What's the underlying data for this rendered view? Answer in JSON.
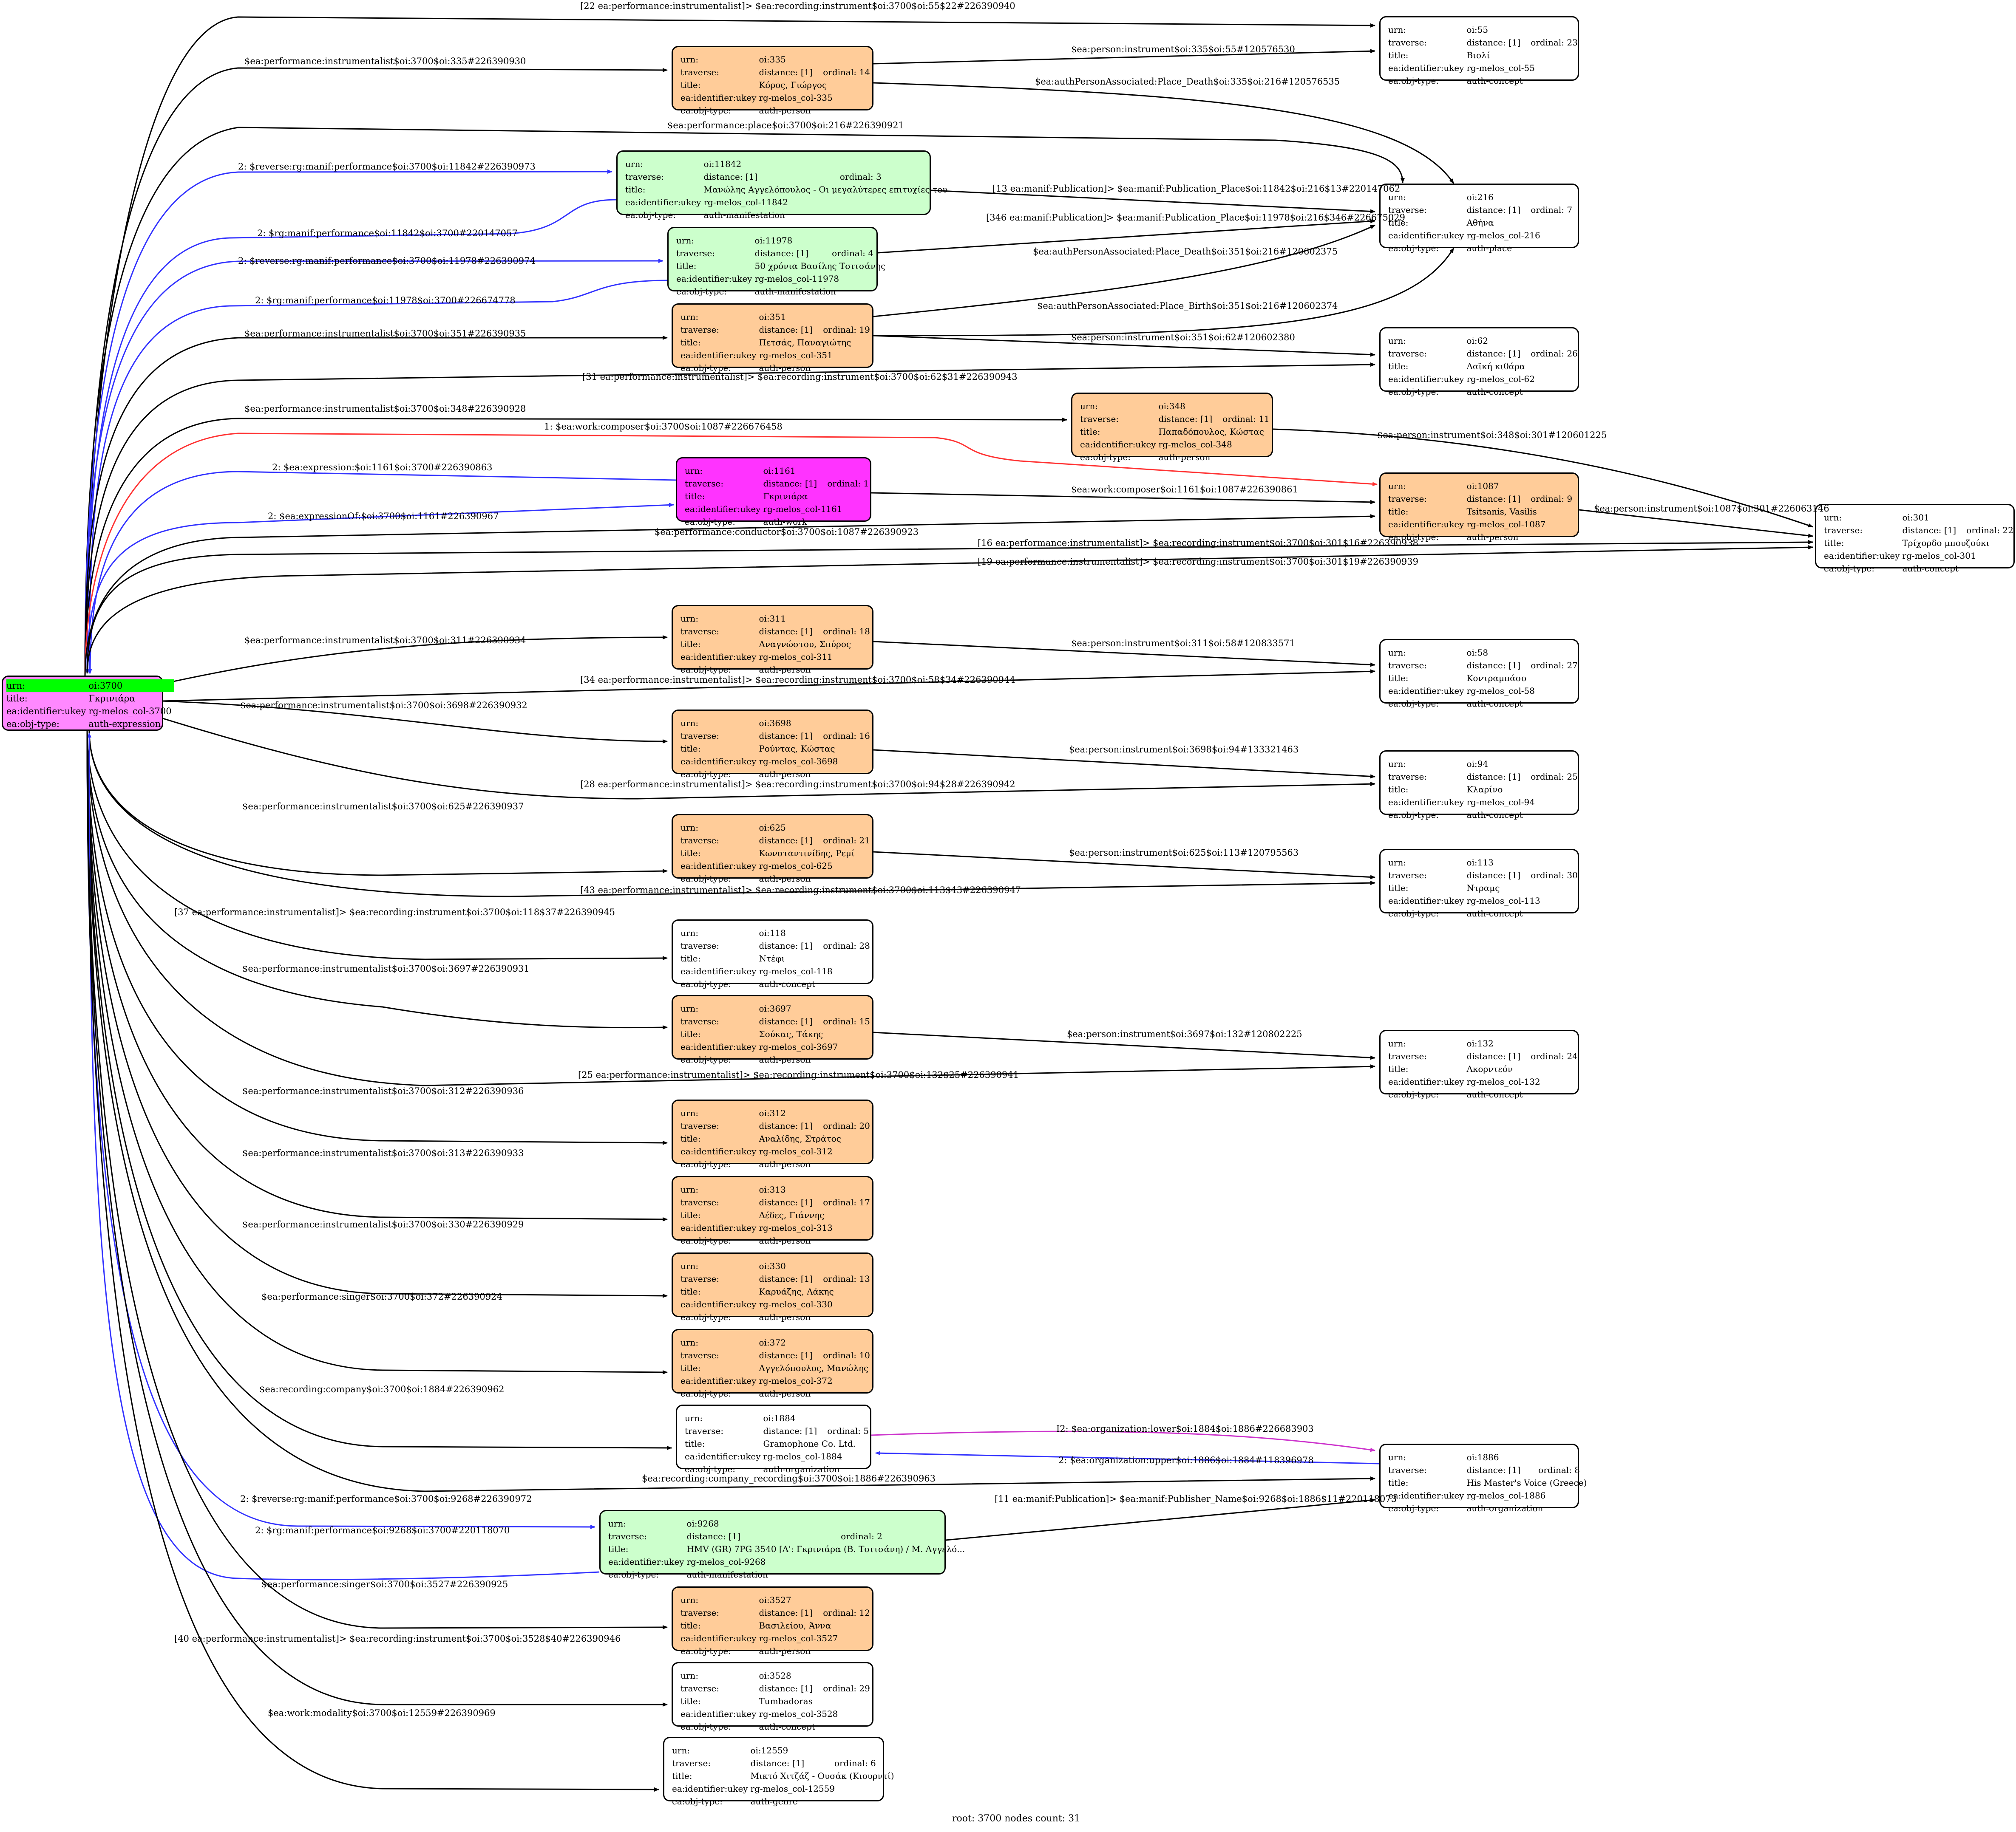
{
  "footer": "root: 3700 nodes count: 31",
  "colors": {
    "concept": "#ffffff",
    "person": "#ffcc99",
    "manifestation": "#ccffcc",
    "work": "#ff33ff",
    "expression": "#ff88ff",
    "root_highlight": "#00ff00",
    "blue": "#3333ff",
    "red": "#ff3333",
    "magenta": "#cc33cc"
  },
  "nodes": [
    {
      "id": "n3700",
      "urn": "oi:3700",
      "title": "Γκρινιάρα",
      "ukey": "rg-melos_col-3700",
      "type": "auth-expression",
      "root": true
    },
    {
      "id": "n55",
      "urn": "oi:55",
      "traverse": "distance: [1]",
      "ordinal": "ordinal: 23",
      "title": "Βιολί",
      "ukey": "rg-melos_col-55",
      "type": "auth-concept"
    },
    {
      "id": "n335",
      "urn": "oi:335",
      "traverse": "distance: [1]",
      "ordinal": "ordinal: 14",
      "title": "Κόρος, Γιώργος",
      "ukey": "rg-melos_col-335",
      "type": "auth-person"
    },
    {
      "id": "n11842",
      "urn": "oi:11842",
      "traverse": "distance: [1]",
      "ordinal": "ordinal: 3",
      "title": "Μανώλης Αγγελόπουλος - Οι μεγαλύτερες επιτυχίες του",
      "ukey": "rg-melos_col-11842",
      "type": "auth-manifestation"
    },
    {
      "id": "n216",
      "urn": "oi:216",
      "traverse": "distance: [1]",
      "ordinal": "ordinal: 7",
      "title": "Αθήνα",
      "ukey": "rg-melos_col-216",
      "type": "auth-place"
    },
    {
      "id": "n11978",
      "urn": "oi:11978",
      "traverse": "distance: [1]",
      "ordinal": "ordinal: 4",
      "title": "50 χρόνια Βασίλης Τσιτσάνης",
      "ukey": "rg-melos_col-11978",
      "type": "auth-manifestation"
    },
    {
      "id": "n351",
      "urn": "oi:351",
      "traverse": "distance: [1]",
      "ordinal": "ordinal: 19",
      "title": "Πετσάς, Παναγιώτης",
      "ukey": "rg-melos_col-351",
      "type": "auth-person"
    },
    {
      "id": "n62",
      "urn": "oi:62",
      "traverse": "distance: [1]",
      "ordinal": "ordinal: 26",
      "title": "Λαϊκή κιθάρα",
      "ukey": "rg-melos_col-62",
      "type": "auth-concept"
    },
    {
      "id": "n348",
      "urn": "oi:348",
      "traverse": "distance: [1]",
      "ordinal": "ordinal: 11",
      "title": "Παπαδόπουλος, Κώστας",
      "ukey": "rg-melos_col-348",
      "type": "auth-person"
    },
    {
      "id": "n1161",
      "urn": "oi:1161",
      "traverse": "distance: [1]",
      "ordinal": "ordinal: 1",
      "title": "Γκρινιάρα",
      "ukey": "rg-melos_col-1161",
      "type": "auth-work"
    },
    {
      "id": "n1087",
      "urn": "oi:1087",
      "traverse": "distance: [1]",
      "ordinal": "ordinal: 9",
      "title": "Tsitsanis, Vasilis",
      "ukey": "rg-melos_col-1087",
      "type": "auth-person"
    },
    {
      "id": "n301",
      "urn": "oi:301",
      "traverse": "distance: [1]",
      "ordinal": "ordinal: 22",
      "title": "Τρίχορδο μπουζούκι",
      "ukey": "rg-melos_col-301",
      "type": "auth-concept"
    },
    {
      "id": "n311",
      "urn": "oi:311",
      "traverse": "distance: [1]",
      "ordinal": "ordinal: 18",
      "title": "Αναγνώστου, Σπύρος",
      "ukey": "rg-melos_col-311",
      "type": "auth-person"
    },
    {
      "id": "n58",
      "urn": "oi:58",
      "traverse": "distance: [1]",
      "ordinal": "ordinal: 27",
      "title": "Κοντραμπάσο",
      "ukey": "rg-melos_col-58",
      "type": "auth-concept"
    },
    {
      "id": "n3698",
      "urn": "oi:3698",
      "traverse": "distance: [1]",
      "ordinal": "ordinal: 16",
      "title": "Ρούντας, Κώστας",
      "ukey": "rg-melos_col-3698",
      "type": "auth-person"
    },
    {
      "id": "n94",
      "urn": "oi:94",
      "traverse": "distance: [1]",
      "ordinal": "ordinal: 25",
      "title": "Κλαρίνο",
      "ukey": "rg-melos_col-94",
      "type": "auth-concept"
    },
    {
      "id": "n625",
      "urn": "oi:625",
      "traverse": "distance: [1]",
      "ordinal": "ordinal: 21",
      "title": "Κωνσταντινίδης, Ρεμί",
      "ukey": "rg-melos_col-625",
      "type": "auth-person"
    },
    {
      "id": "n113",
      "urn": "oi:113",
      "traverse": "distance: [1]",
      "ordinal": "ordinal: 30",
      "title": "Ντραμς",
      "ukey": "rg-melos_col-113",
      "type": "auth-concept"
    },
    {
      "id": "n118",
      "urn": "oi:118",
      "traverse": "distance: [1]",
      "ordinal": "ordinal: 28",
      "title": "Ντέφι",
      "ukey": "rg-melos_col-118",
      "type": "auth-concept"
    },
    {
      "id": "n3697",
      "urn": "oi:3697",
      "traverse": "distance: [1]",
      "ordinal": "ordinal: 15",
      "title": "Σούκας, Τάκης",
      "ukey": "rg-melos_col-3697",
      "type": "auth-person"
    },
    {
      "id": "n132",
      "urn": "oi:132",
      "traverse": "distance: [1]",
      "ordinal": "ordinal: 24",
      "title": "Ακορντεόν",
      "ukey": "rg-melos_col-132",
      "type": "auth-concept"
    },
    {
      "id": "n312",
      "urn": "oi:312",
      "traverse": "distance: [1]",
      "ordinal": "ordinal: 20",
      "title": "Αναλίδης, Στράτος",
      "ukey": "rg-melos_col-312",
      "type": "auth-person"
    },
    {
      "id": "n313",
      "urn": "oi:313",
      "traverse": "distance: [1]",
      "ordinal": "ordinal: 17",
      "title": "Δέδες, Γιάννης",
      "ukey": "rg-melos_col-313",
      "type": "auth-person"
    },
    {
      "id": "n330",
      "urn": "oi:330",
      "traverse": "distance: [1]",
      "ordinal": "ordinal: 13",
      "title": "Καρυάζης, Λάκης",
      "ukey": "rg-melos_col-330",
      "type": "auth-person"
    },
    {
      "id": "n372",
      "urn": "oi:372",
      "traverse": "distance: [1]",
      "ordinal": "ordinal: 10",
      "title": "Αγγελόπουλος, Μανώλης",
      "ukey": "rg-melos_col-372",
      "type": "auth-person"
    },
    {
      "id": "n1884",
      "urn": "oi:1884",
      "traverse": "distance: [1]",
      "ordinal": "ordinal: 5",
      "title": "Gramophone Co. Ltd.",
      "ukey": "rg-melos_col-1884",
      "type": "auth-organization"
    },
    {
      "id": "n1886",
      "urn": "oi:1886",
      "traverse": "distance: [1]",
      "ordinal": "ordinal: 8",
      "title": "His Master's Voice (Greece)",
      "ukey": "rg-melos_col-1886",
      "type": "auth-organization"
    },
    {
      "id": "n9268",
      "urn": "oi:9268",
      "traverse": "distance: [1]",
      "ordinal": "ordinal: 2",
      "title": "HMV (GR) 7PG 3540 [A': Γκρινιάρα (Β. Τσιτσάνη) / Μ. Αγγελό...",
      "ukey": "rg-melos_col-9268",
      "type": "auth-manifestation"
    },
    {
      "id": "n3527",
      "urn": "oi:3527",
      "traverse": "distance: [1]",
      "ordinal": "ordinal: 12",
      "title": "Βασιλείου, Άννα",
      "ukey": "rg-melos_col-3527",
      "type": "auth-person"
    },
    {
      "id": "n3528",
      "urn": "oi:3528",
      "traverse": "distance: [1]",
      "ordinal": "ordinal: 29",
      "title": "Tumbadoras",
      "ukey": "rg-melos_col-3528",
      "type": "auth-concept"
    },
    {
      "id": "n12559",
      "urn": "oi:12559",
      "traverse": "distance: [1]",
      "ordinal": "ordinal: 6",
      "title": "Μικτό Χιτζάζ - Ουσάκ (Κιουρντί)",
      "ukey": "rg-melos_col-12559",
      "type": "auth-genre"
    }
  ],
  "edges": [
    {
      "id": "e1",
      "from": "n3700",
      "to": "n55",
      "color": "black",
      "label": "[22 ea:performance:instrumentalist]> $ea:recording:instrument$oi:3700$oi:55$22#226390940"
    },
    {
      "id": "e2",
      "from": "n3700",
      "to": "n335",
      "color": "black",
      "label": "$ea:performance:instrumentalist$oi:3700$oi:335#226390930"
    },
    {
      "id": "e3",
      "from": "n335",
      "to": "n55",
      "color": "black",
      "label": "$ea:person:instrument$oi:335$oi:55#120576530"
    },
    {
      "id": "e4",
      "from": "n335",
      "to": "n216",
      "color": "black",
      "label": "$ea:authPersonAssociated:Place_Death$oi:335$oi:216#120576535"
    },
    {
      "id": "e5",
      "from": "n3700",
      "to": "n216",
      "color": "black",
      "label": "$ea:performance:place$oi:3700$oi:216#226390921"
    },
    {
      "id": "e6",
      "from": "n3700",
      "to": "n11842",
      "color": "blue",
      "label": "2: $reverse:rg:manif:performance$oi:3700$oi:11842#226390973"
    },
    {
      "id": "e7",
      "from": "n11842",
      "to": "n3700",
      "color": "blue",
      "label": "2: $rg:manif:performance$oi:11842$oi:3700#220147057"
    },
    {
      "id": "e8",
      "from": "n11842",
      "to": "n216",
      "color": "black",
      "label": "[13 ea:manif:Publication]> $ea:manif:Publication_Place$oi:11842$oi:216$13#220147062"
    },
    {
      "id": "e9",
      "from": "n11978",
      "to": "n216",
      "color": "black",
      "label": "[346 ea:manif:Publication]> $ea:manif:Publication_Place$oi:11978$oi:216$346#226675029"
    },
    {
      "id": "e10",
      "from": "n3700",
      "to": "n11978",
      "color": "blue",
      "label": "2: $reverse:rg:manif:performance$oi:3700$oi:11978#226390974"
    },
    {
      "id": "e11",
      "from": "n11978",
      "to": "n3700",
      "color": "blue",
      "label": "2: $rg:manif:performance$oi:11978$oi:3700#226674778"
    },
    {
      "id": "e12",
      "from": "n351",
      "to": "n216",
      "color": "black",
      "label": "$ea:authPersonAssociated:Place_Death$oi:351$oi:216#120602375"
    },
    {
      "id": "e13",
      "from": "n351",
      "to": "n216",
      "color": "black",
      "label": "$ea:authPersonAssociated:Place_Birth$oi:351$oi:216#120602374"
    },
    {
      "id": "e14",
      "from": "n3700",
      "to": "n351",
      "color": "black",
      "label": "$ea:performance:instrumentalist$oi:3700$oi:351#226390935"
    },
    {
      "id": "e15",
      "from": "n351",
      "to": "n62",
      "color": "black",
      "label": "$ea:person:instrument$oi:351$oi:62#120602380"
    },
    {
      "id": "e16",
      "from": "n3700",
      "to": "n62",
      "color": "black",
      "label": "[31 ea:performance:instrumentalist]> $ea:recording:instrument$oi:3700$oi:62$31#226390943"
    },
    {
      "id": "e17",
      "from": "n3700",
      "to": "n348",
      "color": "black",
      "label": "$ea:performance:instrumentalist$oi:3700$oi:348#226390928"
    },
    {
      "id": "e18",
      "from": "n348",
      "to": "n301",
      "color": "black",
      "label": "$ea:person:instrument$oi:348$oi:301#120601225"
    },
    {
      "id": "e19",
      "from": "n3700",
      "to": "n1087",
      "color": "red",
      "label": "1: $ea:work:composer$oi:3700$oi:1087#226676458"
    },
    {
      "id": "e20",
      "from": "n1161",
      "to": "n3700",
      "color": "blue",
      "label": "2: $ea:expression:$oi:1161$oi:3700#226390863"
    },
    {
      "id": "e21",
      "from": "n3700",
      "to": "n1161",
      "color": "blue",
      "label": "2: $ea:expressionOf:$oi:3700$oi:1161#226390967"
    },
    {
      "id": "e22",
      "from": "n1161",
      "to": "n1087",
      "color": "black",
      "label": "$ea:work:composer$oi:1161$oi:1087#226390861"
    },
    {
      "id": "e23",
      "from": "n1087",
      "to": "n301",
      "color": "black",
      "label": "$ea:person:instrument$oi:1087$oi:301#226063146"
    },
    {
      "id": "e24",
      "from": "n3700",
      "to": "n1087",
      "color": "black",
      "label": "$ea:performance:conductor$oi:3700$oi:1087#226390923"
    },
    {
      "id": "e25",
      "from": "n3700",
      "to": "n301",
      "color": "black",
      "label": "[16 ea:performance:instrumentalist]> $ea:recording:instrument$oi:3700$oi:301$16#226390938"
    },
    {
      "id": "e26",
      "from": "n3700",
      "to": "n301",
      "color": "black",
      "label": "[19 ea:performance:instrumentalist]> $ea:recording:instrument$oi:3700$oi:301$19#226390939"
    },
    {
      "id": "e27",
      "from": "n3700",
      "to": "n311",
      "color": "black",
      "label": "$ea:performance:instrumentalist$oi:3700$oi:311#226390934"
    },
    {
      "id": "e28",
      "from": "n311",
      "to": "n58",
      "color": "black",
      "label": "$ea:person:instrument$oi:311$oi:58#120833571"
    },
    {
      "id": "e29",
      "from": "n3700",
      "to": "n58",
      "color": "black",
      "label": "[34 ea:performance:instrumentalist]> $ea:recording:instrument$oi:3700$oi:58$34#226390944"
    },
    {
      "id": "e30",
      "from": "n3700",
      "to": "n3698",
      "color": "black",
      "label": "$ea:performance:instrumentalist$oi:3700$oi:3698#226390932"
    },
    {
      "id": "e31",
      "from": "n3698",
      "to": "n94",
      "color": "black",
      "label": "$ea:person:instrument$oi:3698$oi:94#133321463"
    },
    {
      "id": "e32",
      "from": "n3700",
      "to": "n94",
      "color": "black",
      "label": "[28 ea:performance:instrumentalist]> $ea:recording:instrument$oi:3700$oi:94$28#226390942"
    },
    {
      "id": "e33",
      "from": "n3700",
      "to": "n625",
      "color": "black",
      "label": "$ea:performance:instrumentalist$oi:3700$oi:625#226390937"
    },
    {
      "id": "e34",
      "from": "n625",
      "to": "n113",
      "color": "black",
      "label": "$ea:person:instrument$oi:625$oi:113#120795563"
    },
    {
      "id": "e35",
      "from": "n3700",
      "to": "n113",
      "color": "black",
      "label": "[43 ea:performance:instrumentalist]> $ea:recording:instrument$oi:3700$oi:113$43#226390947"
    },
    {
      "id": "e36",
      "from": "n3700",
      "to": "n118",
      "color": "black",
      "label": "[37 ea:performance:instrumentalist]> $ea:recording:instrument$oi:3700$oi:118$37#226390945"
    },
    {
      "id": "e37",
      "from": "n3700",
      "to": "n3697",
      "color": "black",
      "label": "$ea:performance:instrumentalist$oi:3700$oi:3697#226390931"
    },
    {
      "id": "e38",
      "from": "n3697",
      "to": "n132",
      "color": "black",
      "label": "$ea:person:instrument$oi:3697$oi:132#120802225"
    },
    {
      "id": "e39",
      "from": "n3700",
      "to": "n132",
      "color": "black",
      "label": "[25 ea:performance:instrumentalist]> $ea:recording:instrument$oi:3700$oi:132$25#226390941"
    },
    {
      "id": "e40",
      "from": "n3700",
      "to": "n312",
      "color": "black",
      "label": "$ea:performance:instrumentalist$oi:3700$oi:312#226390936"
    },
    {
      "id": "e41",
      "from": "n3700",
      "to": "n313",
      "color": "black",
      "label": "$ea:performance:instrumentalist$oi:3700$oi:313#226390933"
    },
    {
      "id": "e42",
      "from": "n3700",
      "to": "n330",
      "color": "black",
      "label": "$ea:performance:instrumentalist$oi:3700$oi:330#226390929"
    },
    {
      "id": "e43",
      "from": "n3700",
      "to": "n372",
      "color": "black",
      "label": "$ea:performance:singer$oi:3700$oi:372#226390924"
    },
    {
      "id": "e44",
      "from": "n3700",
      "to": "n1884",
      "color": "black",
      "label": "$ea:recording:company$oi:3700$oi:1884#226390962"
    },
    {
      "id": "e45",
      "from": "n1884",
      "to": "n1886",
      "color": "magenta",
      "label": "I2: $ea:organization:lower$oi:1884$oi:1886#226683903"
    },
    {
      "id": "e46",
      "from": "n1886",
      "to": "n1884",
      "color": "blue",
      "label": "2: $ea:organization:upper$oi:1886$oi:1884#118396978"
    },
    {
      "id": "e47",
      "from": "n3700",
      "to": "n1886",
      "color": "black",
      "label": "$ea:recording:company_recording$oi:3700$oi:1886#226390963"
    },
    {
      "id": "e48",
      "from": "n9268",
      "to": "n1886",
      "color": "black",
      "label": "[11 ea:manif:Publication]> $ea:manif:Publisher_Name$oi:9268$oi:1886$11#220118073"
    },
    {
      "id": "e49",
      "from": "n3700",
      "to": "n9268",
      "color": "blue",
      "label": "2: $reverse:rg:manif:performance$oi:3700$oi:9268#226390972"
    },
    {
      "id": "e50",
      "from": "n9268",
      "to": "n3700",
      "color": "blue",
      "label": "2: $rg:manif:performance$oi:9268$oi:3700#220118070"
    },
    {
      "id": "e51",
      "from": "n3700",
      "to": "n3527",
      "color": "black",
      "label": "$ea:performance:singer$oi:3700$oi:3527#226390925"
    },
    {
      "id": "e52",
      "from": "n3700",
      "to": "n3528",
      "color": "black",
      "label": "[40 ea:performance:instrumentalist]> $ea:recording:instrument$oi:3700$oi:3528$40#226390946"
    },
    {
      "id": "e53",
      "from": "n3700",
      "to": "n12559",
      "color": "black",
      "label": "$ea:work:modality$oi:3700$oi:12559#226390969"
    }
  ]
}
